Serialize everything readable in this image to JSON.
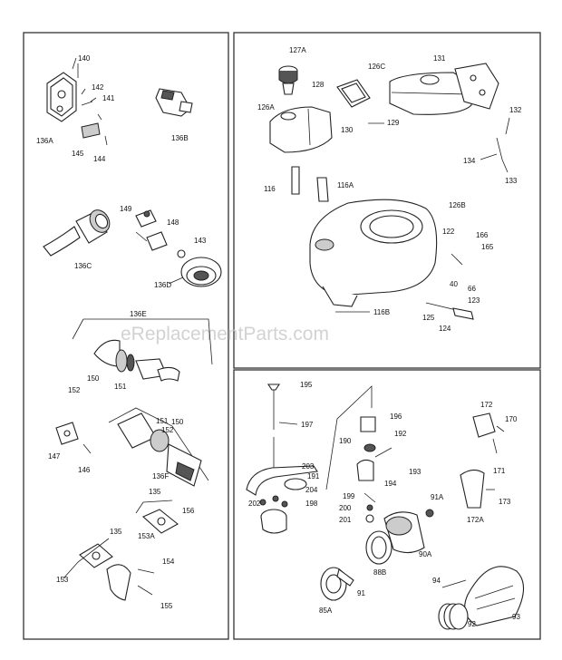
{
  "watermark": "eReplacementParts.com",
  "labels": {
    "l140": "140",
    "l142": "142",
    "l141": "141",
    "l136A": "136A",
    "l145": "145",
    "l144": "144",
    "l136B": "136B",
    "l149": "149",
    "l148": "148",
    "l143": "143",
    "l136C": "136C",
    "l136D": "136D",
    "l136E": "136E",
    "l150": "150",
    "l151": "151",
    "l152": "152",
    "l151b": "151",
    "l152b": "152",
    "l150b": "150",
    "l147": "147",
    "l146": "146",
    "l136F": "136F",
    "l135": "135",
    "l156": "156",
    "l153A": "153A",
    "l135b": "135",
    "l153": "153",
    "l154": "154",
    "l155": "155",
    "l127A": "127A",
    "l128": "128",
    "l126C": "126C",
    "l131": "131",
    "l126A": "126A",
    "l130": "130",
    "l129": "129",
    "l132": "132",
    "l134": "134",
    "l133": "133",
    "l116": "116",
    "l116A": "116A",
    "l126B": "126B",
    "l122": "122",
    "l166": "166",
    "l165": "165",
    "l40": "40",
    "l66": "66",
    "l123": "123",
    "l125": "125",
    "l124": "124",
    "l116B": "116B",
    "l195": "195",
    "l197": "197",
    "l196": "196",
    "l190": "190",
    "l192": "192",
    "l193": "193",
    "l203": "203",
    "l191": "191",
    "l194": "194",
    "l204": "204",
    "l202": "202",
    "l198": "198",
    "l199": "199",
    "l200": "200",
    "l201": "201",
    "l172": "172",
    "l170": "170",
    "l171": "171",
    "l173": "173",
    "l172A": "172A",
    "l91A": "91A",
    "l90A": "90A",
    "l88B": "88B",
    "l91": "91",
    "l85A": "85A",
    "l94": "94",
    "l92": "92",
    "l93": "93"
  }
}
